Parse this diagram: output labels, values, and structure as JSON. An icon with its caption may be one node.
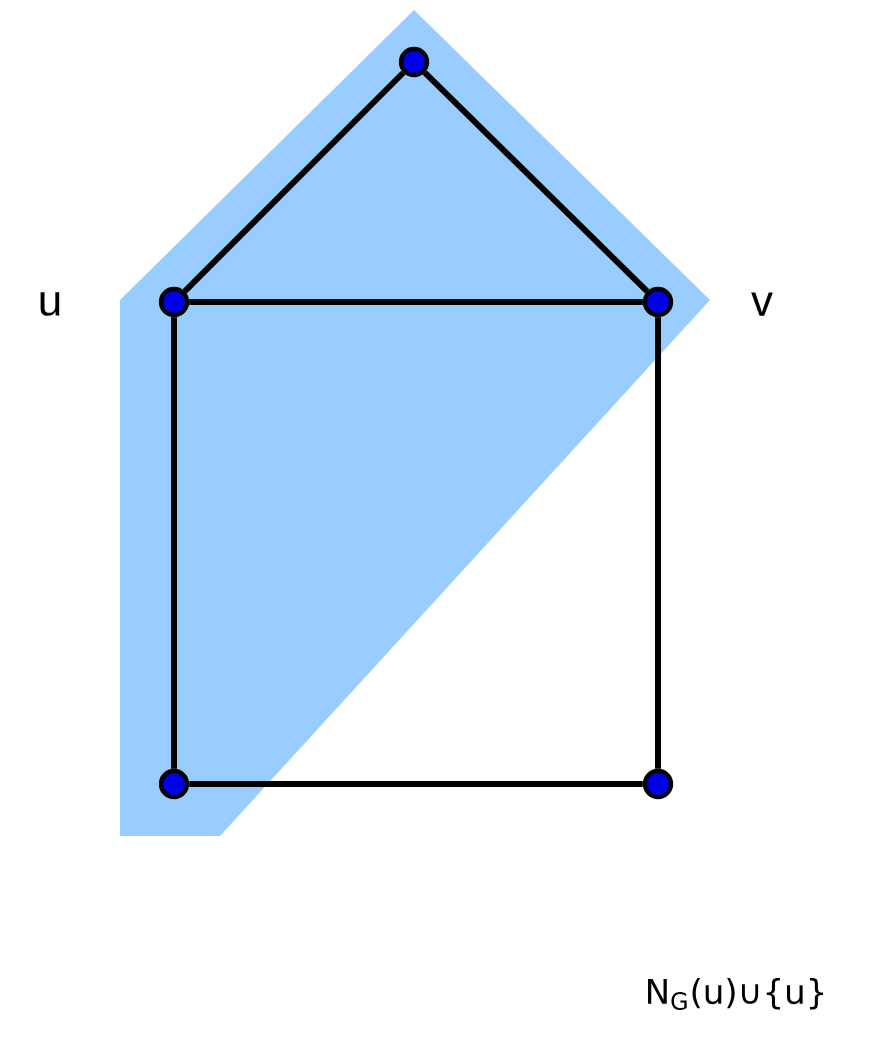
{
  "diagram": {
    "nodes": [
      {
        "text": [],
        "shape": "circle"
      },
      {
        "text": [],
        "shape": "circle",
        "beside": [
          "u"
        ]
      },
      {
        "text": [],
        "shape": "circle",
        "beside": [
          "v"
        ]
      },
      {
        "text": [],
        "shape": "circle"
      },
      {
        "text": [],
        "shape": "circle"
      }
    ],
    "edges": [
      {
        "from": 0,
        "to": 1,
        "arrow": "none"
      },
      {
        "from": 0,
        "to": 2,
        "arrow": "none"
      },
      {
        "from": 1,
        "to": 2,
        "arrow": "none"
      },
      {
        "from": 1,
        "to": 3,
        "arrow": "none"
      },
      {
        "from": 2,
        "to": 4,
        "arrow": "none"
      },
      {
        "from": 3,
        "to": 4,
        "arrow": "none"
      }
    ],
    "labels": [
      "N$_{G}$(u)∪{u}"
    ]
  }
}
